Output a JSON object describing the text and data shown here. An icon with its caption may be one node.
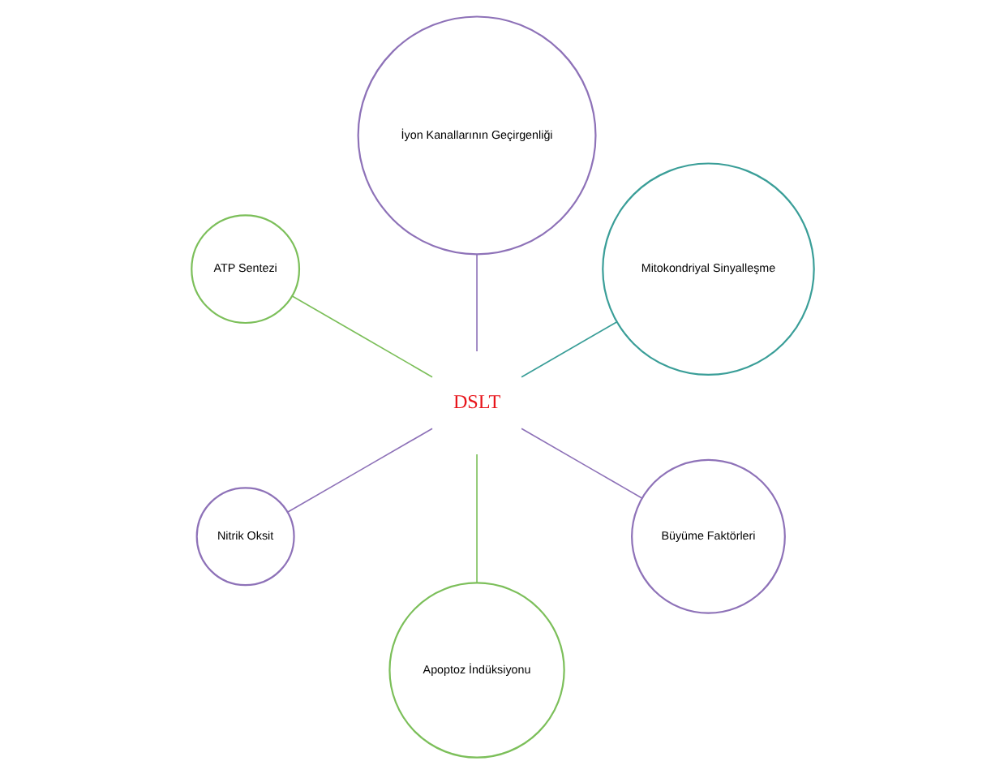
{
  "diagram": {
    "nodes": [
      {
        "text": [
          "Mitokondriyal Sinyalleşme"
        ]
      },
      {
        "text": [
          "İyon Kanallarının Geçirgenliği"
        ]
      },
      {
        "text": [
          "ATP Sentezi"
        ]
      },
      {
        "text": [
          "Nitrik Oksit"
        ]
      },
      {
        "text": [
          "DSLT"
        ]
      },
      {
        "text": [
          "Apoptoz İndüksiyonu"
        ]
      },
      {
        "text": [
          "Büyüme Faktörleri"
        ]
      }
    ],
    "edges": [
      {
        "from": 4,
        "to": 0,
        "arrow": "none",
        "color": "#3a9e98"
      },
      {
        "from": 4,
        "to": 1,
        "arrow": "none"
      },
      {
        "from": 4,
        "to": 2,
        "arrow": "none",
        "color": "#7cbf5a"
      },
      {
        "from": 4,
        "to": 3,
        "arrow": "none"
      },
      {
        "from": 4,
        "to": 5,
        "arrow": "none",
        "color": "#7cbf5a"
      },
      {
        "from": 4,
        "to": 6,
        "arrow": "none"
      }
    ]
  }
}
